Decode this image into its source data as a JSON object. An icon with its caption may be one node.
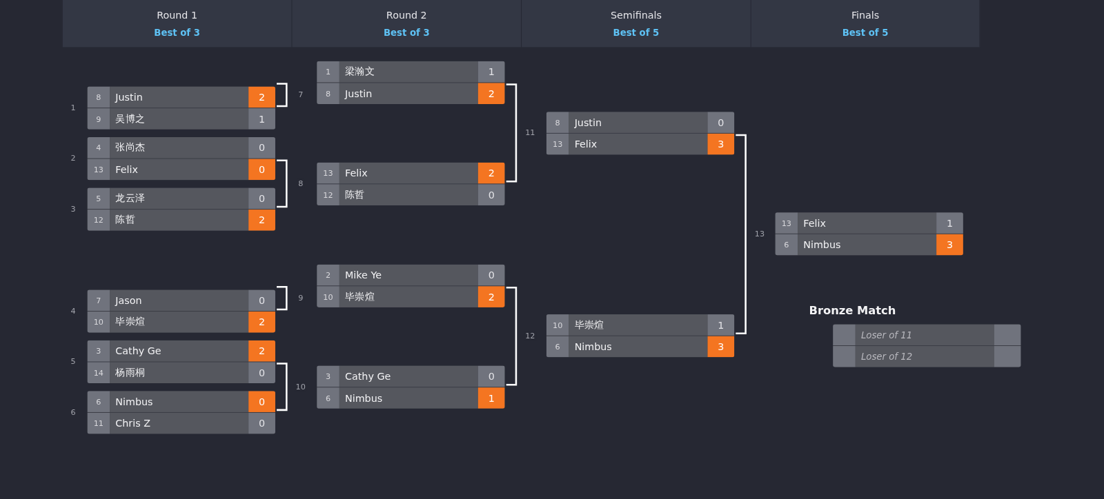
{
  "diagram": {
    "nodes": [
      {
        "text": [
          "Round 1",
          "Best of 3"
        ]
      },
      {
        "text": [
          "Round 2",
          "Best of 3"
        ]
      },
      {
        "text": [
          "Semifinals",
          "Best of 5"
        ]
      },
      {
        "text": [
          "Finals",
          "Best of 5"
        ]
      },
      {
        "text": [
          "8",
          "Justin",
          "2",
          "9",
          "吴博之",
          "1"
        ],
        "beside": [
          "1"
        ]
      },
      {
        "text": [
          "4",
          "张尚杰",
          "0",
          "13",
          "Felix",
          "0"
        ],
        "beside": [
          "2"
        ]
      },
      {
        "text": [
          "5",
          "龙云泽",
          "0",
          "12",
          "陈哲",
          "2"
        ],
        "beside": [
          "3"
        ]
      },
      {
        "text": [
          "7",
          "Jason",
          "0",
          "10",
          "毕崇煊",
          "2"
        ],
        "beside": [
          "4"
        ]
      },
      {
        "text": [
          "3",
          "Cathy Ge",
          "2",
          "14",
          "杨雨桐",
          "0"
        ],
        "beside": [
          "5"
        ]
      },
      {
        "text": [
          "6",
          "Nimbus",
          "0",
          "11",
          "Chris Z",
          "0"
        ],
        "beside": [
          "6"
        ]
      },
      {
        "text": [
          "1",
          "梁瀚文",
          "1",
          "8",
          "Justin",
          "2"
        ]
      },
      {
        "text": [
          "13",
          "Felix",
          "2",
          "12",
          "陈哲",
          "0"
        ]
      },
      {
        "text": [
          "2",
          "Mike Ye",
          "0",
          "10",
          "毕崇煊",
          "2"
        ]
      },
      {
        "text": [
          "3",
          "Cathy Ge",
          "0",
          "6",
          "Nimbus",
          "1"
        ]
      },
      {
        "text": [
          "8",
          "Justin",
          "0",
          "13",
          "Felix",
          "3"
        ]
      },
      {
        "text": [
          "10",
          "毕崇煊",
          "1",
          "6",
          "Nimbus",
          "3"
        ]
      },
      {
        "text": [
          "13",
          "Felix",
          "1",
          "6",
          "Nimbus",
          "3"
        ]
      },
      {
        "text": [
          "Bronze Match",
          "Loser of 11",
          "Loser of 12"
        ]
      }
    ],
    "edges": [
      {
        "from": 4,
        "to": null,
        "arrow": "none",
        "label": "7"
      },
      {
        "from": 5,
        "to": 6,
        "arrow": "none",
        "label": "8"
      },
      {
        "from": 7,
        "to": null,
        "arrow": "none",
        "label": "9"
      },
      {
        "from": 8,
        "to": 9,
        "arrow": "none",
        "label": "10"
      },
      {
        "from": 10,
        "to": 11,
        "arrow": "none",
        "label": "11"
      },
      {
        "from": 12,
        "to": 13,
        "arrow": "none",
        "label": "12"
      },
      {
        "from": 14,
        "to": 15,
        "arrow": "none",
        "label": "13"
      }
    ]
  }
}
